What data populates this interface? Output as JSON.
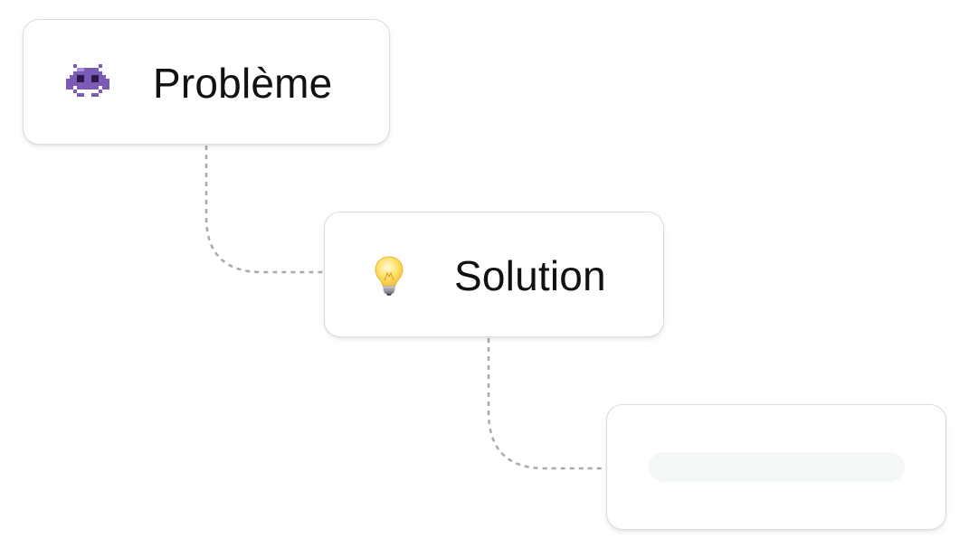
{
  "diagram": {
    "nodes": [
      {
        "id": "problem",
        "label": "Problème",
        "icon": "alien-monster-icon"
      },
      {
        "id": "solution",
        "label": "Solution",
        "icon": "light-bulb-icon"
      },
      {
        "id": "pending",
        "label": "",
        "icon": ""
      }
    ],
    "edges": [
      {
        "from": "problem",
        "to": "solution",
        "style": "dashed"
      },
      {
        "from": "solution",
        "to": "pending",
        "style": "dashed"
      }
    ],
    "colors": {
      "connector": "#a9a9a9",
      "card_border": "#dcdcdc",
      "placeholder": "#f4f7f8",
      "alien": "#7b5ab8",
      "bulb": "#ffe066"
    }
  }
}
